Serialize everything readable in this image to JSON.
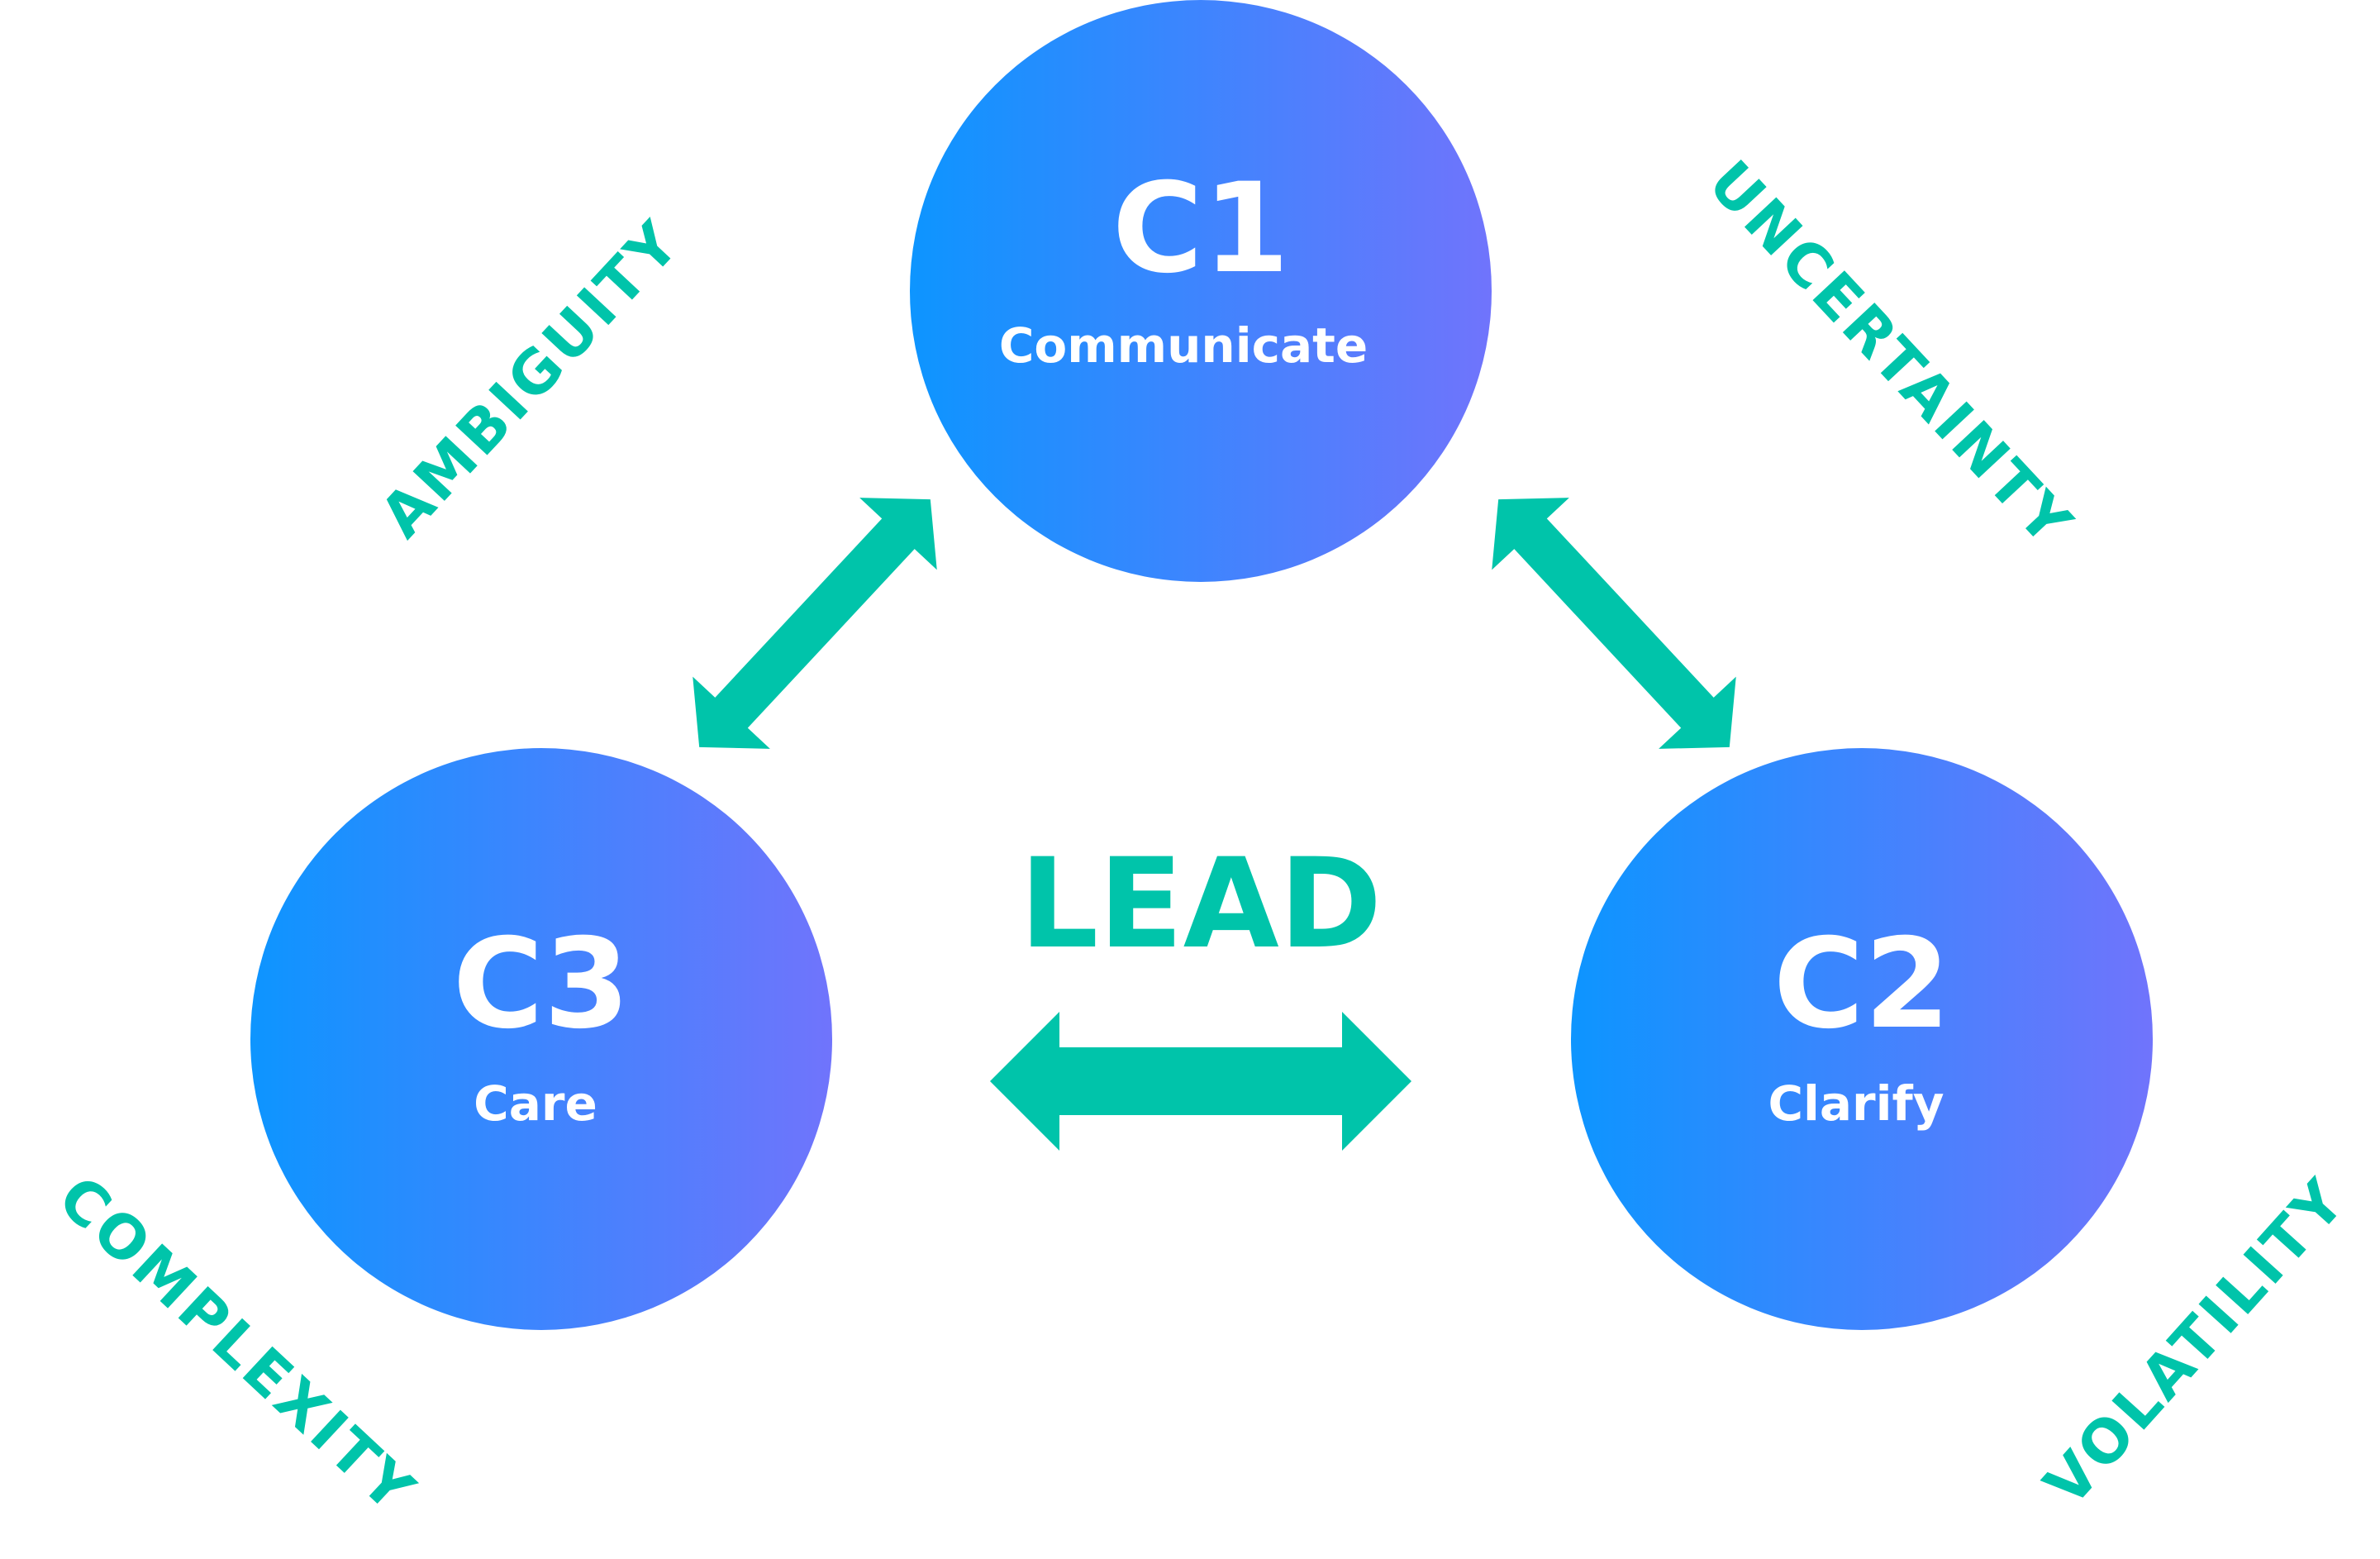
{
  "colors": {
    "gradient_start": "#0d95ff",
    "gradient_end": "#7074fc",
    "accent": "#00c4aa",
    "text_on_circle": "#ffffff",
    "background": "#ffffff"
  },
  "nodes": {
    "c1": {
      "code": "C1",
      "label": "Communicate"
    },
    "c2": {
      "code": "C2",
      "label": "Clarify"
    },
    "c3": {
      "code": "C3",
      "label": "Care"
    }
  },
  "center": {
    "title": "LEAD"
  },
  "vuca": {
    "ambiguity": "AMBIGUITY",
    "uncertainty": "UNCERTAINTY",
    "complexity": "COMPLEXITY",
    "volatility": "VOLATILITY"
  },
  "icons": {
    "arrow_c1_c3": "double-headed-arrow-icon",
    "arrow_c1_c2": "double-headed-arrow-icon",
    "arrow_center": "double-headed-arrow-icon"
  }
}
